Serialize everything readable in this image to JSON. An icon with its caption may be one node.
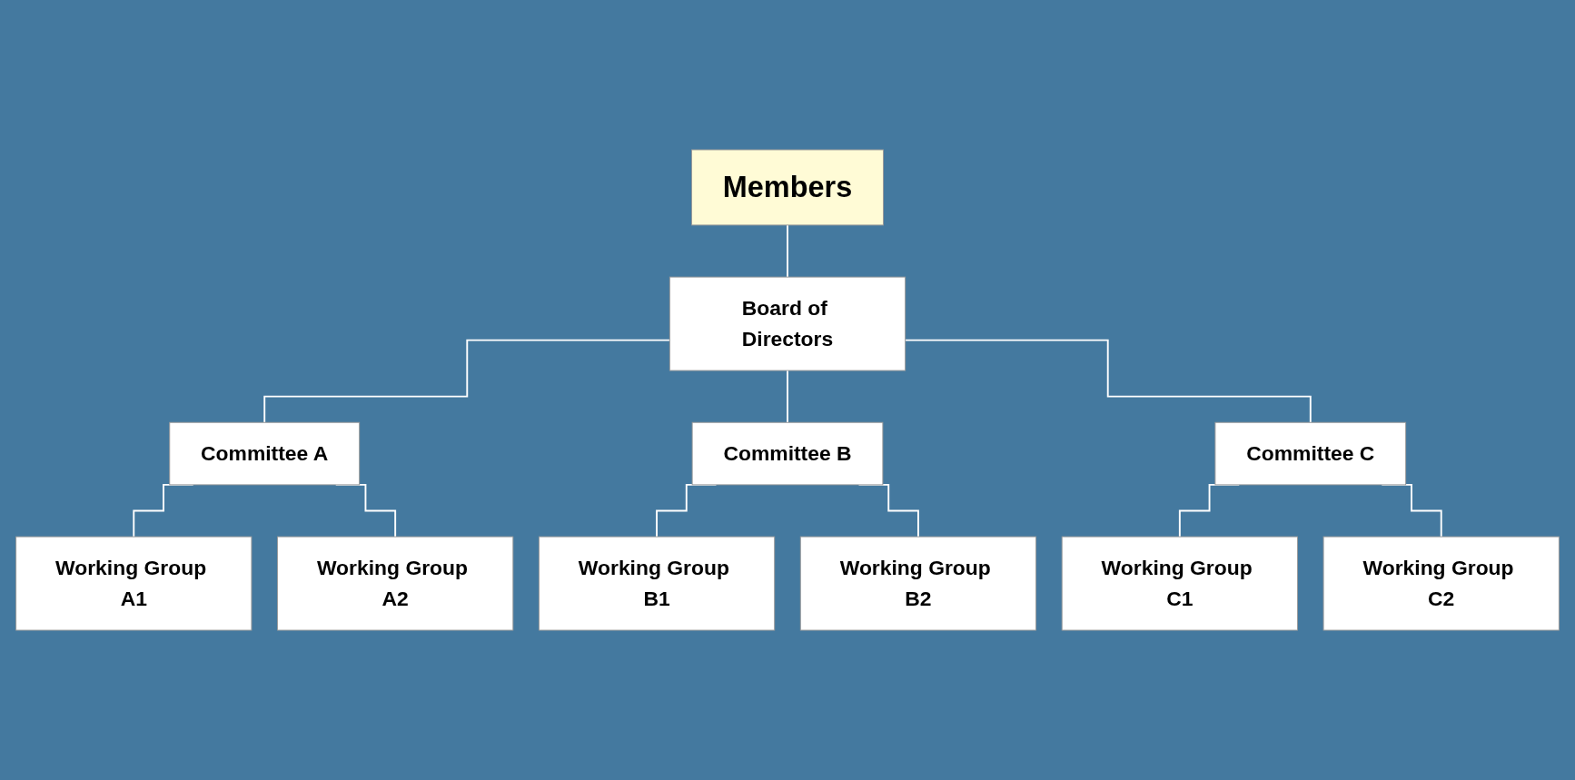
{
  "diagram": {
    "nodes": [
      {
        "text": [
          "Members"
        ]
      },
      {
        "text": [
          "Board of Directors"
        ]
      },
      {
        "text": [
          "Committee A"
        ]
      },
      {
        "text": [
          "Committee B"
        ]
      },
      {
        "text": [
          "Committee C"
        ]
      },
      {
        "text": [
          "Working Group A1"
        ]
      },
      {
        "text": [
          "Working Group A2"
        ]
      },
      {
        "text": [
          "Working Group B1"
        ]
      },
      {
        "text": [
          "Working Group B2"
        ]
      },
      {
        "text": [
          "Working Group C1"
        ]
      },
      {
        "text": [
          "Working Group C2"
        ]
      }
    ],
    "edges": [
      {
        "from": 0,
        "to": 1,
        "arrow": "none"
      },
      {
        "from": 1,
        "to": 2,
        "arrow": "none"
      },
      {
        "from": 1,
        "to": 3,
        "arrow": "none"
      },
      {
        "from": 1,
        "to": 4,
        "arrow": "none"
      },
      {
        "from": 2,
        "to": 5,
        "arrow": "none"
      },
      {
        "from": 2,
        "to": 6,
        "arrow": "none"
      },
      {
        "from": 3,
        "to": 7,
        "arrow": "none"
      },
      {
        "from": 3,
        "to": 8,
        "arrow": "none"
      },
      {
        "from": 4,
        "to": 9,
        "arrow": "none"
      },
      {
        "from": 4,
        "to": 10,
        "arrow": "none"
      }
    ]
  }
}
